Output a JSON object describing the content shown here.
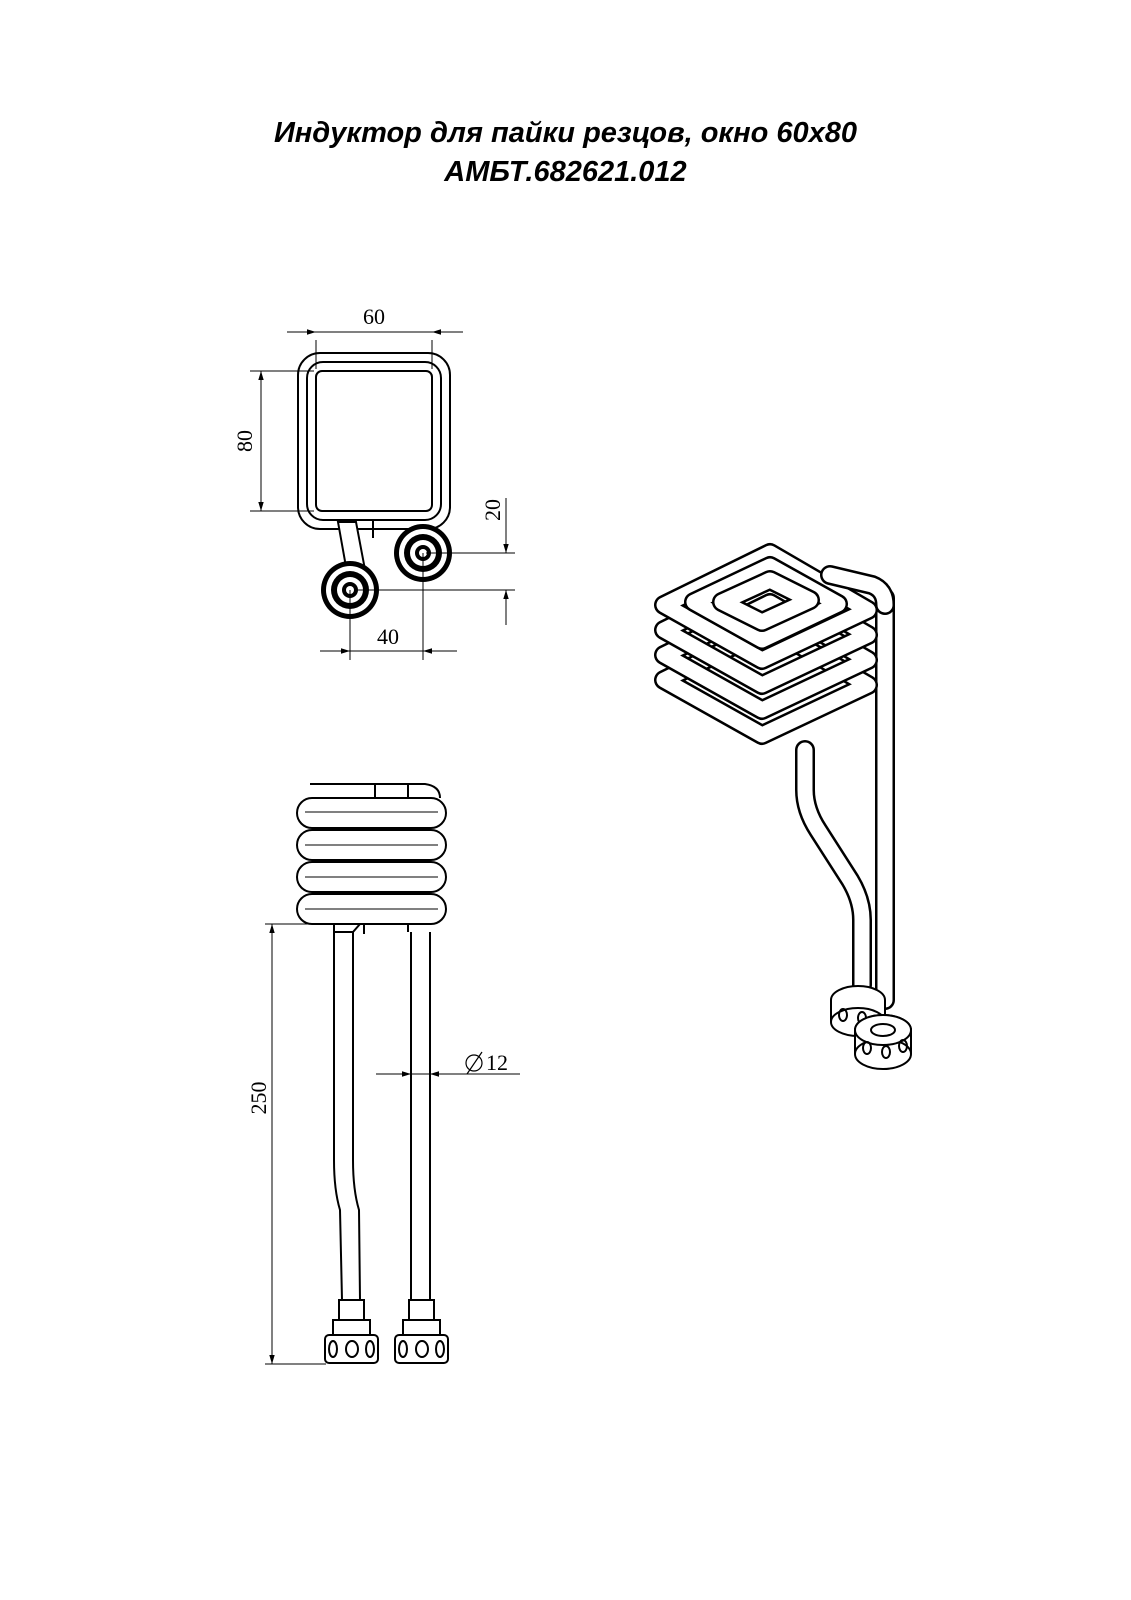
{
  "title": {
    "line1": "Индуктор для пайки резцов, окно 60х80",
    "line2": "АМБТ.682621.012"
  },
  "top_view": {
    "dim_width": "60",
    "dim_height": "80",
    "dim_offset_vertical": "20",
    "dim_offset_horizontal": "40"
  },
  "front_view": {
    "dim_length": "250",
    "dim_diameter": "12"
  }
}
